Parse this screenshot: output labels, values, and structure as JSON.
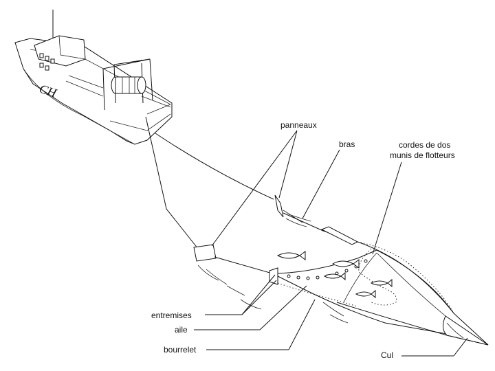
{
  "labels": {
    "panneaux": "panneaux",
    "bras": "bras",
    "cordes_line1": "cordes de dos",
    "cordes_line2": "munis de flotteurs",
    "entremises": "entremises",
    "aile": "aile",
    "bourrelet": "bourrelet",
    "cul": "Cul"
  },
  "boat": {
    "hull_marking": "CH"
  }
}
